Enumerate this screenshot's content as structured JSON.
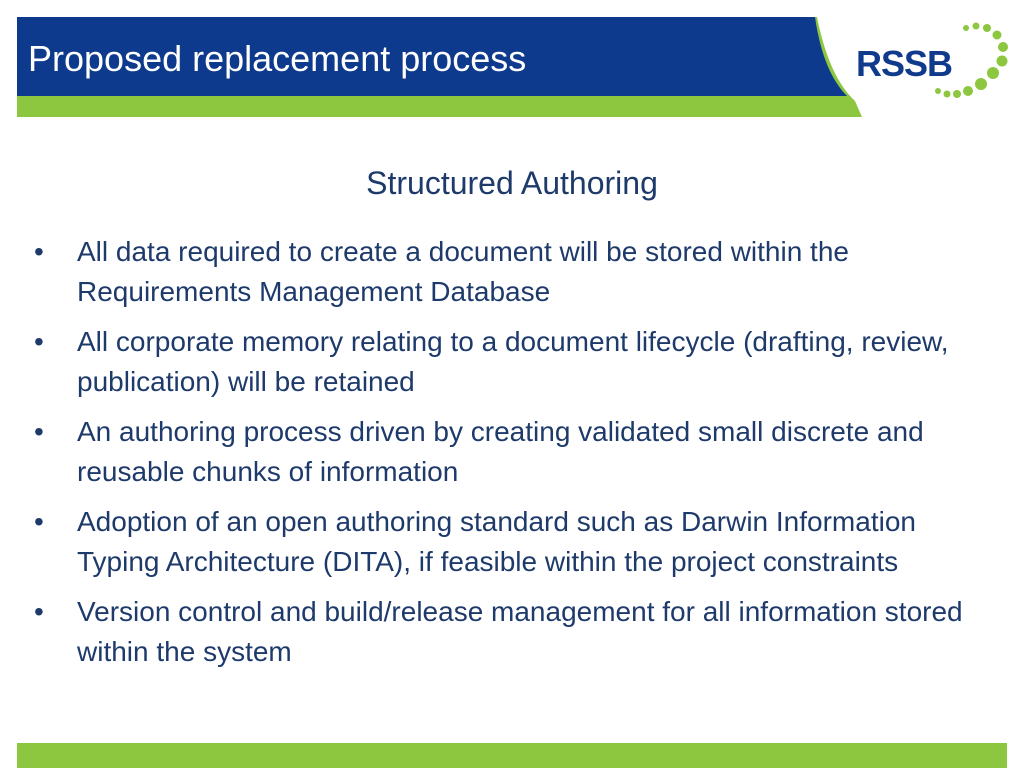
{
  "header": {
    "title": "Proposed replacement process",
    "band_color": "#0d3a8c",
    "accent_color": "#8dc63f"
  },
  "logo": {
    "text": "RSSB",
    "text_color": "#103a8c",
    "dot_color": "#8dc63f"
  },
  "main": {
    "subtitle": "Structured Authoring",
    "bullet_symbol": "•",
    "bullets": [
      "All data required to create a document will be stored within the Requirements Management Database",
      "All corporate memory relating to a document lifecycle (drafting, review, publication) will be retained",
      "An authoring process driven by creating validated small discrete and  reusable chunks of information",
      "Adoption of an open authoring standard such as Darwin Information Typing Architecture (DITA), if feasible within the project constraints",
      "Version control and build/release management for all information stored within the system"
    ],
    "text_color": "#1e3a6b"
  },
  "footer": {
    "bar_color": "#8dc63f"
  }
}
